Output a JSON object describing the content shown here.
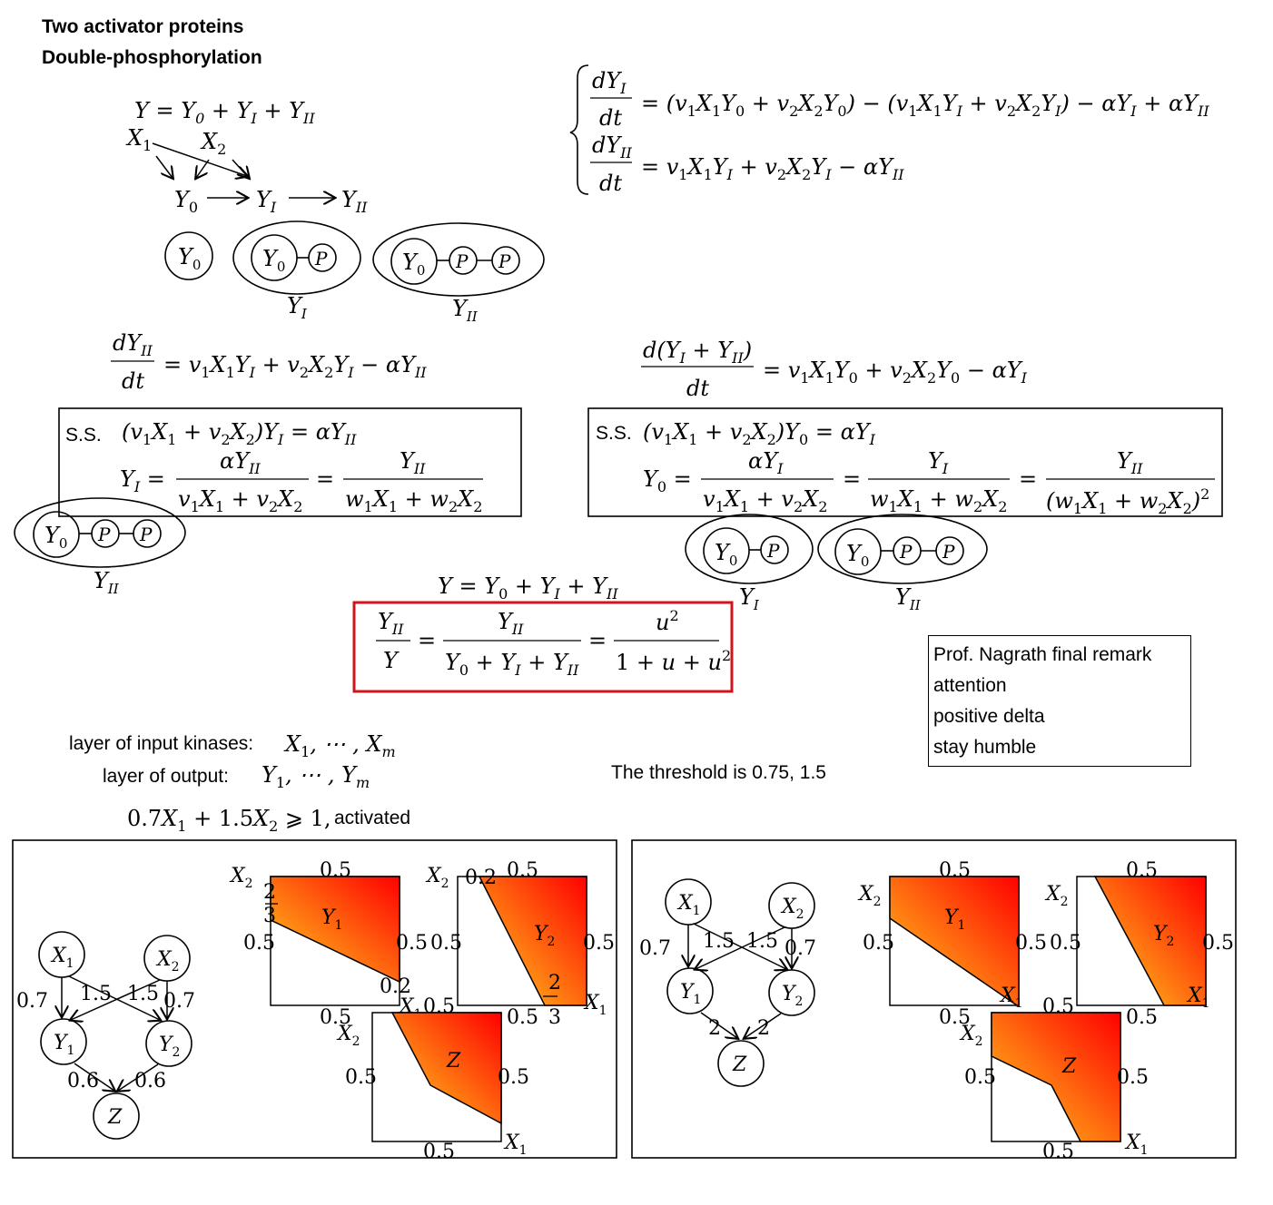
{
  "header": {
    "line1": "Two activator proteins",
    "line2": "Double-phosphorylation"
  },
  "top_left": {
    "sum_eq": "Y = Y₀ + Y_I + Y_II",
    "labels": [
      "X₁",
      "X₂",
      "Y₀",
      "Y_I",
      "Y_II"
    ],
    "species": [
      {
        "circles": [
          "Y₀"
        ],
        "label": ""
      },
      {
        "circles": [
          "Y₀",
          "P"
        ],
        "label": "Y_I"
      },
      {
        "circles": [
          "Y₀",
          "P",
          "P"
        ],
        "label": "Y_II"
      }
    ]
  },
  "ode_system": {
    "eq1_lhs": "dY_I/dt",
    "eq1_rhs": "= (v₁X₁Y₀ + v₂X₂Y₀) − (v₁X₁Y_I + v₂X₂Y_I) − αY_I + αY_II",
    "eq2_lhs": "dY_II/dt",
    "eq2_rhs": "= v₁X₁Y_I + v₂X₂Y_I − αY_II"
  },
  "left_block": {
    "eq_lhs": "dY_II/dt",
    "eq_rhs": "= v₁X₁Y_I + v₂X₂Y_I − αY_II",
    "ss_label": "S.S.",
    "ss_eq": "(v₁X₁ + v₂X₂)Y_I = αY_II",
    "frac_eq": "Y_I = αY_II/(v₁X₁ + v₂X₂) = Y_II/(w₁X₁ + w₂X₂)",
    "species_label": "Y_II"
  },
  "right_block": {
    "eq_lhs": "d(Y_I + Y_II)/dt",
    "eq_rhs": "= v₁X₁Y₀ + v₂X₂Y₀ − αY_I",
    "ss_label": "S.S.",
    "ss_eq": "(v₁X₁ + v₂X₂)Y₀ = αY_I",
    "frac_eq": "Y₀ = αY_I/(v₁X₁ + v₂X₂) = Y_I/(w₁X₁ + w₂X₂) = Y_II/(w₁X₁ + w₂X₂)²",
    "species_labels": [
      "Y_I",
      "Y_II"
    ]
  },
  "center": {
    "sum_eq": "Y = Y₀ + Y_I + Y_II",
    "boxed_eq": "Y_II/Y = Y_II/(Y₀ + Y_I + Y_II) = u²/(1 + u + u²)",
    "box_color": "#d0141e"
  },
  "remark": {
    "lines": [
      "Prof. Nagrath final remark",
      "attention",
      "positive delta",
      "stay humble"
    ]
  },
  "layers": {
    "input_text": "layer of input kinases:",
    "input_math": "X₁, ⋯ , X_m",
    "output_text": "layer of output:",
    "output_math": "Y₁, ⋯ , Y_m",
    "activation_math": "0.7X₁ + 1.5X₂ ⩾ 1,",
    "activation_text": "activated"
  },
  "threshold_text": "The threshold is 0.75, 1.5",
  "networks": [
    {
      "nodes": [
        "X₁",
        "X₂",
        "Y₁",
        "Y₂",
        "Z"
      ],
      "input_weights": [
        "0.7",
        "1.5",
        "1.5",
        "0.7"
      ],
      "output_weights": [
        "0.6",
        "0.6"
      ],
      "plots": [
        {
          "title": "Y₁",
          "top": "0.5",
          "left": "0.5",
          "right": "0.5",
          "bottom": "0.5",
          "extra": [
            "2",
            "3",
            "0.2"
          ],
          "xlab": "X₁",
          "ylab": "X₂"
        },
        {
          "title": "Y₂",
          "top": "0.5",
          "left": "0.5",
          "right": "0.5",
          "bottom": "0.5",
          "extra": [
            "0.2",
            "2",
            "3"
          ],
          "xlab": "X₁",
          "ylab": "X₂"
        },
        {
          "title": "Z",
          "top": "0.5",
          "left": "0.5",
          "right": "0.5",
          "bottom": "0.5",
          "xlab": "X₁",
          "ylab": "X₂"
        }
      ]
    },
    {
      "nodes": [
        "X₁",
        "X₂",
        "Y₁",
        "Y₂",
        "Z"
      ],
      "input_weights": [
        "0.7",
        "1.5",
        "1.5",
        "0.7"
      ],
      "output_weights": [
        "2",
        "2"
      ],
      "plots": [
        {
          "title": "Y₁",
          "top": "0.5",
          "left": "0.5",
          "right": "0.5",
          "bottom": "0.5",
          "xlab": "X₁",
          "ylab": "X₂"
        },
        {
          "title": "Y₂",
          "top": "0.5",
          "left": "0.5",
          "right": "0.5",
          "bottom": "0.5",
          "xlab": "X₁",
          "ylab": "X₂"
        },
        {
          "title": "Z",
          "top": "0.5",
          "left": "0.5",
          "right": "0.5",
          "bottom": "0.5",
          "xlab": "X₁",
          "ylab": "X₂"
        }
      ]
    }
  ],
  "gradient": {
    "from": "#ffd21e",
    "to": "#ff0000"
  }
}
